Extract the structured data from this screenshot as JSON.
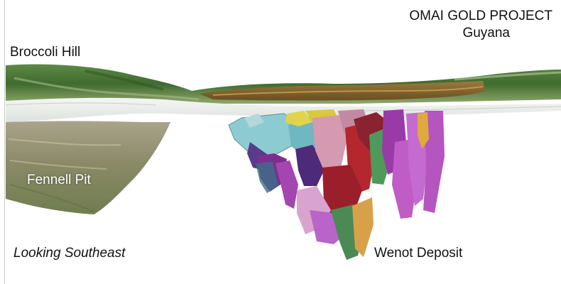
{
  "title": {
    "line1": "OMAI GOLD PROJECT",
    "line2": "Guyana"
  },
  "labels": {
    "broccoli_hill": "Broccoli Hill",
    "fennell_pit": "Fennell Pit",
    "view_direction": "Looking Southeast",
    "deposit": "Wenot Deposit"
  },
  "colors": {
    "terrain_green": "#4f7d3a",
    "terrain_brown": "#8a6a32",
    "section_plane": "#e9ede9",
    "ore_cyan": "#7fc4cc",
    "ore_magenta": "#b54fb9",
    "ore_red": "#b3262d",
    "ore_pink": "#d79ab2",
    "ore_green": "#4d9a5a",
    "ore_yellow": "#d8d23a",
    "ore_orange": "#c99a3a"
  }
}
